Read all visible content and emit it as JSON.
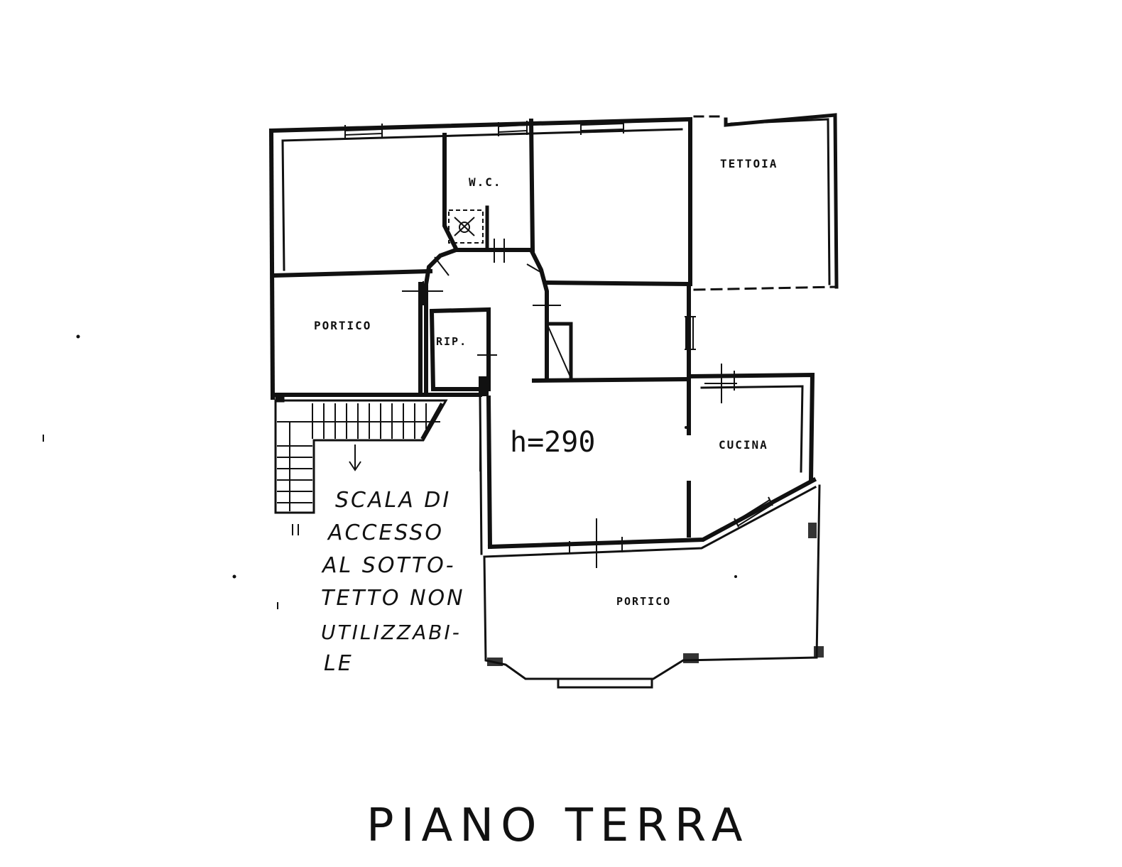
{
  "floor_title": "PIANO TERRA",
  "ceiling_height": "h=290",
  "rooms": {
    "wc": "W.C.",
    "tettoia": "TETTOIA",
    "portico_left": "PORTICO",
    "rip": "RIP.",
    "cucina": "CUCINA",
    "portico_bottom": "PORTICO"
  },
  "stair_note": {
    "lines": [
      "SCALA DI",
      "ACCESSO",
      "AL SOTTO-",
      "TETTO NON",
      "UTILIZZABI-",
      "LE"
    ]
  },
  "colors": {
    "ink": "#111111",
    "background": "#ffffff"
  }
}
